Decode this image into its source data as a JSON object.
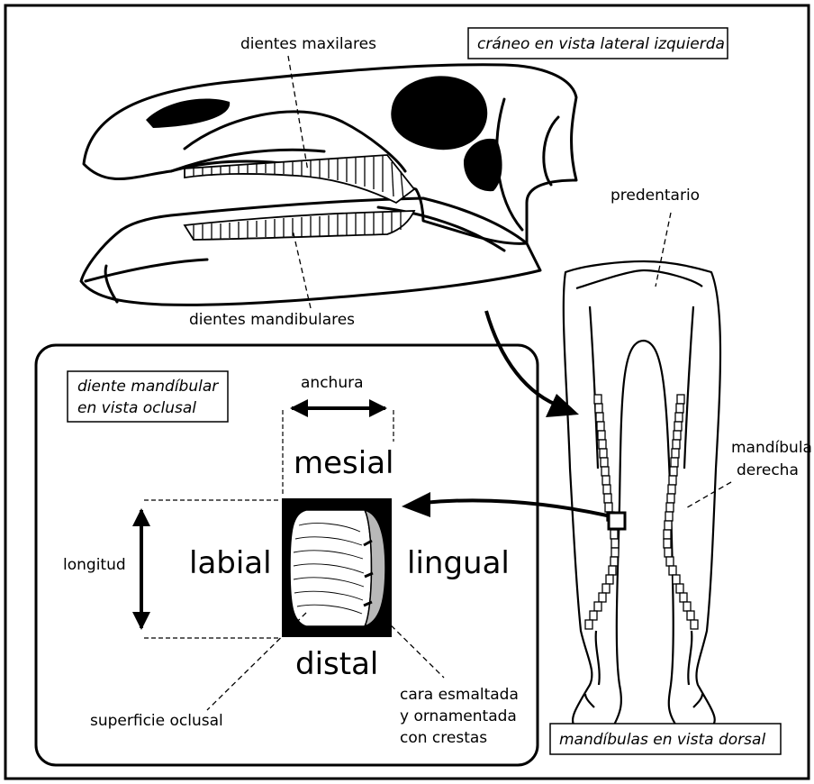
{
  "labels": {
    "dientes_maxilares": "dientes maxilares",
    "craneo_vista_lateral": "cráneo en vista lateral izquierda",
    "predentario": "predentario",
    "dientes_mandibulares": "dientes mandibulares",
    "diente_mandibular_line1": "diente mandíbular",
    "diente_mandibular_line2": "en vista oclusal",
    "anchura": "anchura",
    "mesial": "mesial",
    "labial": "labial",
    "lingual": "lingual",
    "distal": "distal",
    "longitud": "longitud",
    "mandibula_derecha_line1": "mandíbula",
    "mandibula_derecha_line2": "derecha",
    "superficie_oclusal": "superficie oclusal",
    "cara_line1": "cara esmaltada",
    "cara_line2": "y ornamentada",
    "cara_line3": "con crestas",
    "mandibulas_vista_dorsal": "mandíbulas en vista dorsal"
  }
}
